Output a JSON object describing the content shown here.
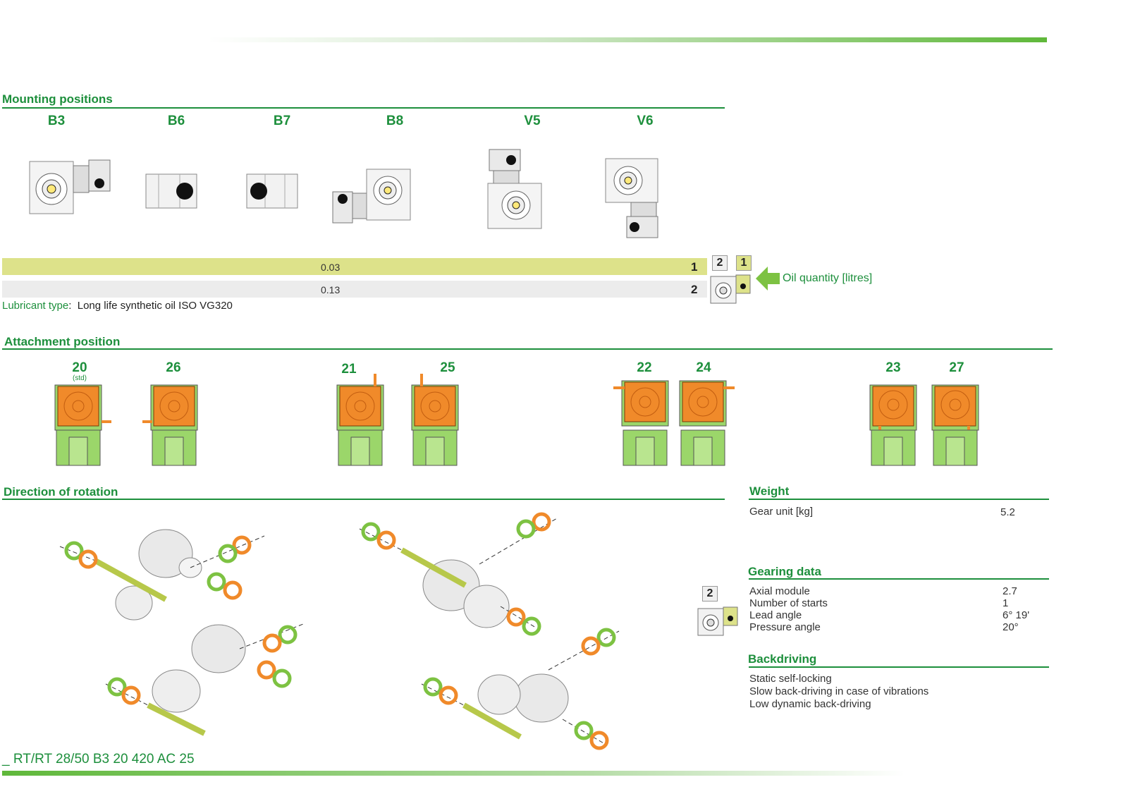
{
  "mounting": {
    "title": "Mounting positions",
    "positions": [
      "B3",
      "B6",
      "B7",
      "B8",
      "V5",
      "V6"
    ]
  },
  "oil": {
    "rows": [
      {
        "value": "0.03",
        "index": "1"
      },
      {
        "value": "0.13",
        "index": "2"
      }
    ],
    "badge_left": "2",
    "badge_right": "1",
    "label": "Oil quantity [litres]",
    "lubricant_label": "Lubricant type",
    "lubricant_colon": ":",
    "lubricant_value": "Long life synthetic oil ISO VG320"
  },
  "attachment": {
    "title": "Attachment position",
    "positions": [
      "20",
      "26",
      "21",
      "25",
      "22",
      "24",
      "23",
      "27"
    ],
    "std_note": "(std)"
  },
  "rotation": {
    "title": "Direction of rotation"
  },
  "weight": {
    "title": "Weight",
    "rows": [
      {
        "label": "Gear unit [kg]",
        "value": "5.2"
      }
    ]
  },
  "gearing": {
    "title": "Gearing data",
    "badge": "2",
    "rows": [
      {
        "label": "Axial module",
        "value": "2.7"
      },
      {
        "label": "Number of starts",
        "value": "1"
      },
      {
        "label": "Lead angle",
        "value": "6° 19'"
      },
      {
        "label": "Pressure angle",
        "value": "20°"
      }
    ]
  },
  "backdriving": {
    "title": "Backdriving",
    "lines": [
      "Static self-locking",
      "Slow back-driving in case of vibrations",
      "Low dynamic back-driving"
    ]
  },
  "footer": {
    "code": "_ RT/RT 28/50 B3 20 420 AC 25"
  },
  "colors": {
    "accent": "#1d8f3c",
    "bar_yellow": "#dde28a",
    "bar_grey": "#ececec",
    "orange": "#f08a2a",
    "light_green": "#9bd66a"
  }
}
